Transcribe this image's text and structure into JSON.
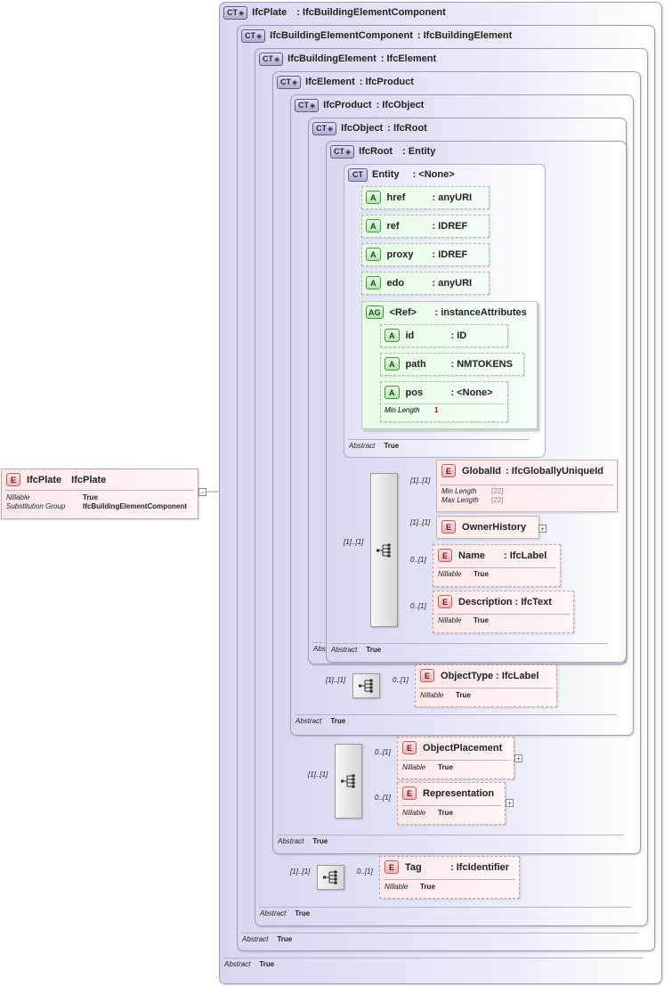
{
  "root_element": {
    "name": "IfcPlate",
    "type": "IfcPlate",
    "props": [
      {
        "label": "Nillable",
        "value": "True"
      },
      {
        "label": "Substitution Group",
        "value": "IfcBuildingElementComponent"
      }
    ],
    "collapse_glyph": "−"
  },
  "badges": {
    "ct": "CT",
    "element": "E",
    "attribute": "A",
    "attribute_group": "AG"
  },
  "abstract_label": "Abstract",
  "abstract_value": "True",
  "complex_types": [
    {
      "name": "IfcPlate",
      "base": ": IfcBuildingElementComponent"
    },
    {
      "name": "IfcBuildingElementComponent",
      "base": ": IfcBuildingElement"
    },
    {
      "name": "IfcBuildingElement",
      "base": ": IfcElement"
    },
    {
      "name": "IfcElement",
      "base": ": IfcProduct"
    },
    {
      "name": "IfcProduct",
      "base": ": IfcObject"
    },
    {
      "name": "IfcObject",
      "base": ": IfcRoot"
    },
    {
      "name": "IfcRoot",
      "base": ": Entity"
    },
    {
      "name": "Entity",
      "base": ": <None>"
    }
  ],
  "entity_attributes": [
    {
      "name": "href",
      "type": ": anyURI"
    },
    {
      "name": "ref",
      "type": ": IDREF"
    },
    {
      "name": "proxy",
      "type": ": IDREF"
    },
    {
      "name": "edo",
      "type": ": anyURI"
    }
  ],
  "attribute_group": {
    "name": "<Ref>",
    "type": ": instanceAttributes",
    "attributes": [
      {
        "name": "id",
        "type": ": ID"
      },
      {
        "name": "path",
        "type": ": NMTOKENS"
      },
      {
        "name": "pos",
        "type": ": <None>"
      }
    ],
    "pos_facet_label": "Min Length",
    "pos_facet_value": "1"
  },
  "root_sequence": {
    "cardinality": "[1]..[1]",
    "elements": [
      {
        "name": "GlobalId",
        "type": ": IfcGloballyUniqueId",
        "cardinality": "[1]..[1]",
        "facets": [
          {
            "label": "Min Length",
            "value": "[22]"
          },
          {
            "label": "Max Length",
            "value": "[22]"
          }
        ]
      },
      {
        "name": "OwnerHistory",
        "type": "",
        "cardinality": "[1]..[1]",
        "expand": "+"
      },
      {
        "name": "Name",
        "type": ": IfcLabel",
        "cardinality": "0..[1]",
        "nillable_label": "Nillable",
        "nillable_value": "True"
      },
      {
        "name": "Description",
        "type": ": IfcText",
        "cardinality": "0..[1]",
        "nillable_label": "Nillable",
        "nillable_value": "True"
      }
    ]
  },
  "object_sequence": {
    "cardinality": "[1]..[1]",
    "element": {
      "name": "ObjectType",
      "type": ": IfcLabel",
      "cardinality": "0..[1]",
      "nillable_label": "Nillable",
      "nillable_value": "True"
    }
  },
  "product_sequence": {
    "cardinality": "[1]..[1]",
    "elements": [
      {
        "name": "ObjectPlacement",
        "type": "",
        "cardinality": "0..[1]",
        "nillable_label": "Nillable",
        "nillable_value": "True",
        "expand": "+"
      },
      {
        "name": "Representation",
        "type": "",
        "cardinality": "0..[1]",
        "nillable_label": "Nillable",
        "nillable_value": "True",
        "expand": "+"
      }
    ]
  },
  "element_sequence": {
    "cardinality": "[1]..[1]",
    "element": {
      "name": "Tag",
      "type": ": IfcIdentifier",
      "cardinality": "0..[1]",
      "nillable_label": "Nillable",
      "nillable_value": "True"
    }
  }
}
